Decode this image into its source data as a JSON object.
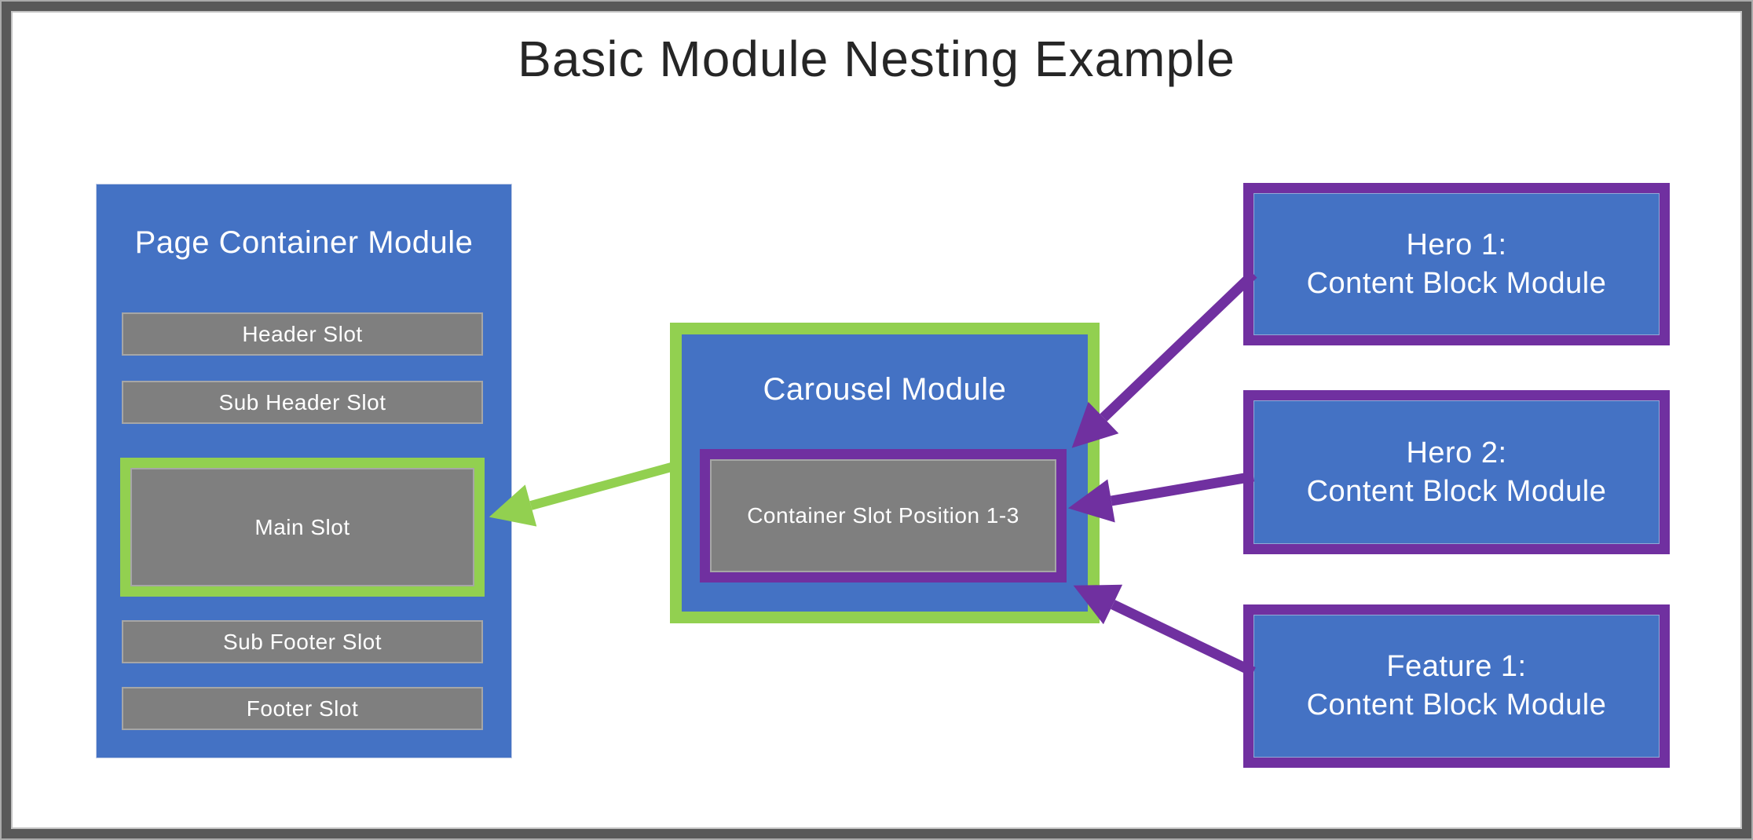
{
  "title": "Basic Module Nesting Example",
  "colors": {
    "box_blue": "#4472C4",
    "highlight_green": "#92D050",
    "module_purple": "#7030A0",
    "slot_gray": "#7F7F7F",
    "slot_border_gray": "#A6A6A6",
    "frame_gray": "#595959",
    "text_white": "#FFFFFF",
    "title_text": "#262626"
  },
  "page_container": {
    "title": "Page Container Module",
    "slots": [
      {
        "label": "Header Slot",
        "highlight": false
      },
      {
        "label": "Sub Header Slot",
        "highlight": false
      },
      {
        "label": "Main Slot",
        "highlight": true
      },
      {
        "label": "Sub Footer Slot",
        "highlight": false
      },
      {
        "label": "Footer Slot",
        "highlight": false
      }
    ]
  },
  "carousel": {
    "title": "Carousel Module",
    "slot_label": "Container Slot Position 1-3"
  },
  "content_blocks": [
    {
      "line1": "Hero 1:",
      "line2": "Content Block Module"
    },
    {
      "line1": "Hero 2:",
      "line2": "Content Block Module"
    },
    {
      "line1": "Feature 1:",
      "line2": "Content Block Module"
    }
  ],
  "relationships": [
    {
      "from": "Carousel Module",
      "to": "Main Slot",
      "color": "#92D050"
    },
    {
      "from": "Hero 1: Content Block Module",
      "to": "Container Slot Position 1-3",
      "color": "#7030A0"
    },
    {
      "from": "Hero 2: Content Block Module",
      "to": "Container Slot Position 1-3",
      "color": "#7030A0"
    },
    {
      "from": "Feature 1: Content Block Module",
      "to": "Container Slot Position 1-3",
      "color": "#7030A0"
    }
  ]
}
